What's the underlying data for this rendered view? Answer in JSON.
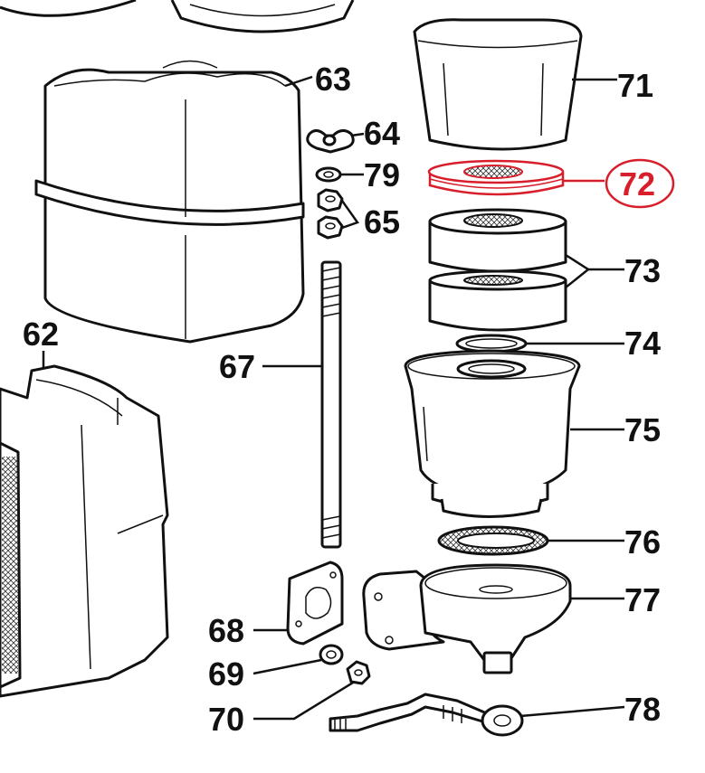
{
  "highlight_color": "#d81e2a",
  "labels": {
    "p62": "62",
    "p63": "63",
    "p64": "64",
    "p79": "79",
    "p65": "65",
    "p67": "67",
    "p68": "68",
    "p69": "69",
    "p70": "70",
    "p71": "71",
    "p72": "72",
    "p73": "73",
    "p74": "74",
    "p75": "75",
    "p76": "76",
    "p77": "77",
    "p78": "78"
  },
  "highlighted_part": "72"
}
